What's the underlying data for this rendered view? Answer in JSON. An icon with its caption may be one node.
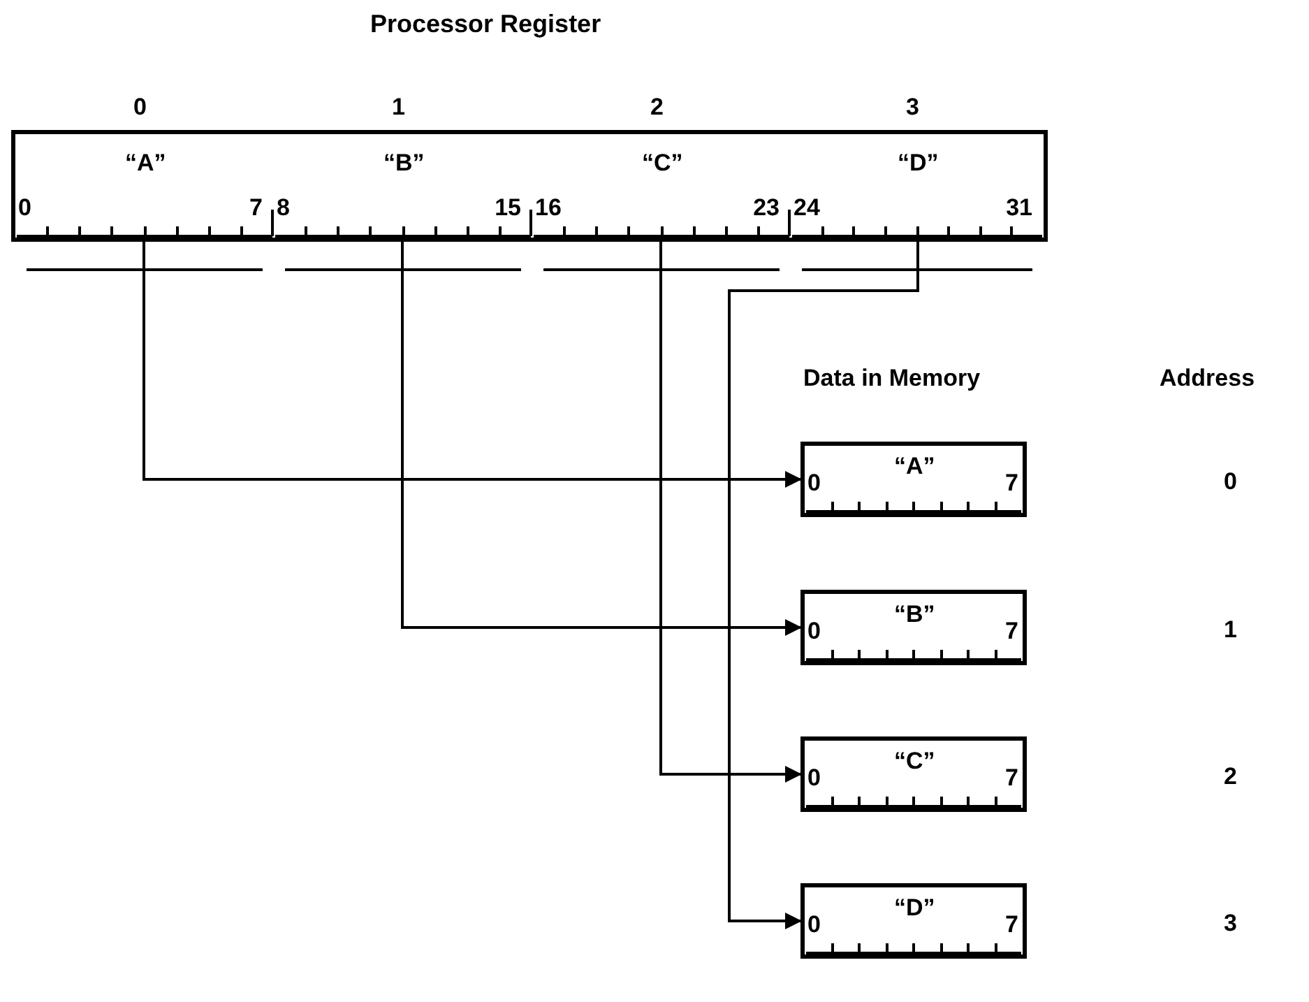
{
  "diagram": {
    "title": "Processor Register",
    "nodes": [
      {
        "text": [],
        "shape": "box"
      },
      {
        "text": [
          "“A”",
          "0",
          "7"
        ],
        "in": 0,
        "beside": [
          "0"
        ]
      },
      {
        "text": [
          "“B”",
          "8",
          "15"
        ],
        "in": 0,
        "beside": [
          "1"
        ]
      },
      {
        "text": [
          "“C”",
          "16",
          "23"
        ],
        "in": 0,
        "beside": [
          "2"
        ]
      },
      {
        "text": [
          "“D”",
          "24",
          "31"
        ],
        "in": 0,
        "beside": [
          "3"
        ]
      },
      {
        "text": [
          "“A”",
          "0",
          "7"
        ]
      },
      {
        "text": [
          "“B”",
          "0",
          "7"
        ]
      },
      {
        "text": [
          "“C”",
          "0",
          "7"
        ]
      },
      {
        "text": [
          "“D”",
          "0",
          "7"
        ]
      }
    ],
    "edges": [
      {
        "from": 1,
        "to": 5,
        "arrow": "to"
      },
      {
        "from": 2,
        "to": 6,
        "arrow": "to"
      },
      {
        "from": 3,
        "to": 7,
        "arrow": "to"
      },
      {
        "from": 4,
        "to": 8,
        "arrow": "to"
      }
    ],
    "labels": [
      "Data in Memory",
      "Address",
      "0",
      "1",
      "2",
      "3"
    ]
  }
}
